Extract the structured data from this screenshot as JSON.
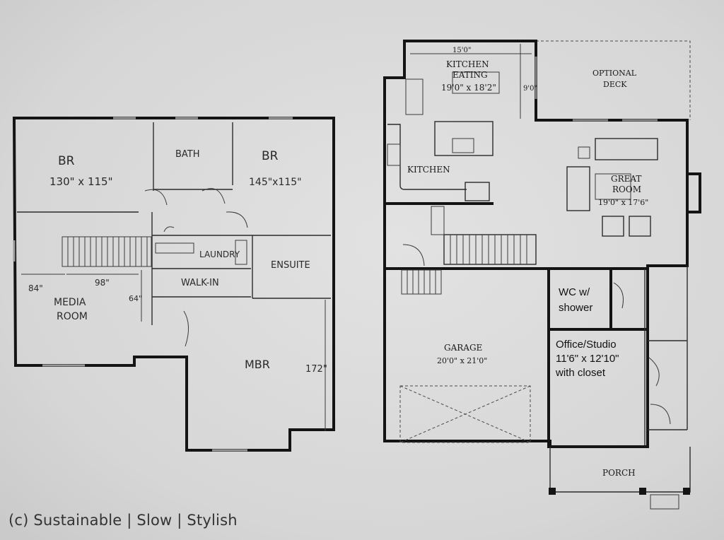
{
  "upper_floor": {
    "br_left": {
      "name": "BR",
      "dims": "130\" x 115\""
    },
    "bath": "BATH",
    "br_right": {
      "name": "BR",
      "dims": "145\"x115\""
    },
    "laundry": "LAUNDRY",
    "ensuite": "ENSUITE",
    "walk_in": "WALK-IN",
    "media_room": {
      "line1": "MEDIA",
      "line2": "ROOM"
    },
    "mbr": "MBR",
    "dim_84": "84\"",
    "dim_98": "98\"",
    "dim_64": "64\"",
    "dim_172": "172\""
  },
  "main_floor": {
    "kitchen_eating": {
      "line1": "KITCHEN",
      "line2": "EATING",
      "dims": "19'0\" x 18'2\""
    },
    "dim_15": "15'0\"",
    "dim_9": "9'0\"",
    "optional_deck": {
      "line1": "OPTIONAL",
      "line2": "DECK"
    },
    "kitchen": "KITCHEN",
    "great_room": {
      "line1": "GREAT",
      "line2": "ROOM",
      "dims": "19'0\" x 17'6\""
    },
    "wc": {
      "line1": "WC w/",
      "line2": "shower"
    },
    "garage": {
      "name": "GARAGE",
      "dims": "20'0\" x 21'0\""
    },
    "office": {
      "line1": "Office/Studio",
      "line2": "11'6\" x 12'10\"",
      "line3": "with closet"
    },
    "porch": "PORCH"
  },
  "copyright": "(c) Sustainable | Slow | Stylish"
}
